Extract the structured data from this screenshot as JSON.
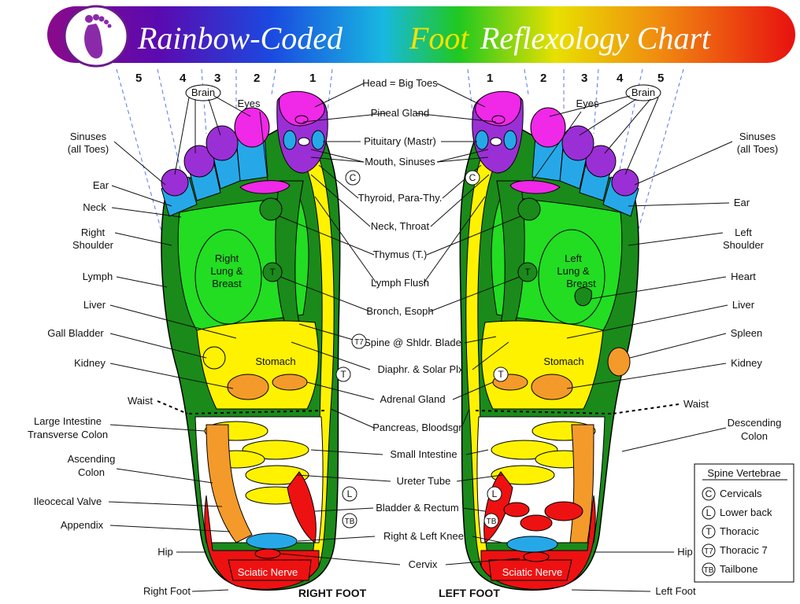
{
  "title": {
    "word1": "Rainbow-Coded",
    "word2": "Foot",
    "word3": "Reflexology Chart"
  },
  "zones": [
    "5",
    "4",
    "3",
    "2",
    "1"
  ],
  "labels": {
    "brain": "Brain",
    "eyes": "Eyes",
    "sinuses": "Sinuses",
    "sinuses_sub": "(all Toes)",
    "ear": "Ear",
    "neck": "Neck",
    "right_shoulder_1": "Right",
    "right_shoulder_2": "Shoulder",
    "left_shoulder_1": "Left",
    "left_shoulder_2": "Shoulder",
    "lymph": "Lymph",
    "liver": "Liver",
    "gall_bladder": "Gall Bladder",
    "kidney": "Kidney",
    "waist": "Waist",
    "large_intestine_1": "Large Intestine",
    "large_intestine_2": "Transverse Colon",
    "ascending_1": "Ascending",
    "ascending_2": "Colon",
    "ileocecal": "Ileocecal Valve",
    "appendix": "Appendix",
    "hip": "Hip",
    "right_foot": "Right Foot",
    "left_foot": "Left Foot",
    "heart": "Heart",
    "spleen": "Spleen",
    "descending_1": "Descending",
    "descending_2": "Colon",
    "right_lung_1": "Right",
    "right_lung_2": "Lung &",
    "right_lung_3": "Breast",
    "left_lung_1": "Left",
    "left_lung_2": "Lung &",
    "left_lung_3": "Breast",
    "stomach": "Stomach",
    "sciatic": "Sciatic Nerve",
    "right_foot_caption": "RIGHT FOOT",
    "left_foot_caption": "LEFT FOOT"
  },
  "center_labels": [
    "Head = Big Toes",
    "Pineal Gland",
    "Pituitary (Mastr)",
    "Mouth, Sinuses",
    "Thyroid, Para-Thy.",
    "Neck, Throat",
    "Thymus (T.)",
    "Lymph Flush",
    "Bronch, Esoph",
    "Spine @ Shldr. Blade",
    "Diaphr. & Solar Plx",
    "Adrenal Gland",
    "Pancreas, Bloodsgr",
    "Small Intestine",
    "Ureter Tube",
    "Bladder & Rectum",
    "Right & Left Knee",
    "Cervix"
  ],
  "badges": {
    "c": "C",
    "t": "T",
    "t7": "T7",
    "l": "L",
    "tb": "TB"
  },
  "legend": {
    "title": "Spine Vertebrae",
    "items": [
      {
        "code": "C",
        "label": "Cervicals"
      },
      {
        "code": "L",
        "label": "Lower back"
      },
      {
        "code": "T",
        "label": "Thoracic"
      },
      {
        "code": "T7",
        "label": "Thoracic 7"
      },
      {
        "code": "TB",
        "label": "Tailbone"
      }
    ]
  },
  "colors": {
    "purple": "#9b2fd6",
    "magenta": "#f028e8",
    "blue": "#26a8e8",
    "green": "#22dd22",
    "dark_green": "#1a8a1a",
    "yellow": "#fff200",
    "orange": "#f49a2a",
    "red": "#ee1111"
  }
}
